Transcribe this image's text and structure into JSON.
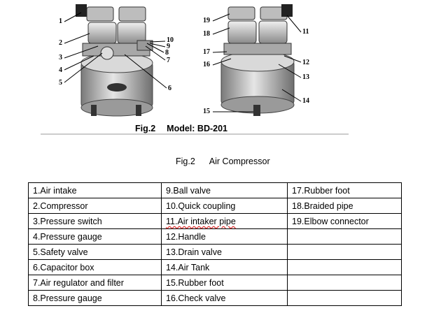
{
  "figure": {
    "caption_fig": "Fig.2",
    "caption_model": "Model: BD-201",
    "callouts_left": [
      "1",
      "2",
      "3",
      "4",
      "5",
      "6",
      "7",
      "8",
      "9",
      "10"
    ],
    "callouts_right": [
      "19",
      "18",
      "17",
      "16",
      "15",
      "11",
      "12",
      "13",
      "14"
    ]
  },
  "subcaption": {
    "fig": "Fig.2",
    "title": "Air Compressor"
  },
  "parts_table": {
    "rows": [
      [
        "1.Air intake",
        "9.Ball valve",
        "17.Rubber foot"
      ],
      [
        "2.Compressor",
        "10.Quick coupling",
        "18.Braided pipe"
      ],
      [
        "3.Pressure switch",
        "11.Air intaker pipe",
        "19.Elbow connector"
      ],
      [
        "4.Pressure gauge",
        "12.Handle",
        ""
      ],
      [
        "5.Safety valve",
        "13.Drain valve",
        ""
      ],
      [
        "6.Capacitor box",
        "14.Air Tank",
        ""
      ],
      [
        "7.Air regulator and filter",
        "15.Rubber foot",
        ""
      ],
      [
        "8.Pressure gauge",
        "16.Check valve",
        ""
      ]
    ]
  }
}
